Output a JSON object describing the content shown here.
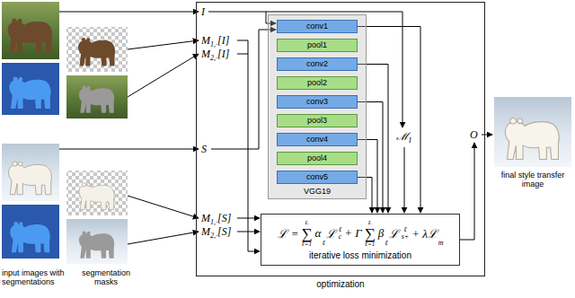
{
  "diagram": {
    "nodes": [
      {
        "text": [
          "optimization"
        ]
      },
      {
        "text": [
          "VGG19"
        ],
        "in": 0
      },
      {
        "text": [
          "conv1"
        ],
        "in": 1
      },
      {
        "text": [
          "pool1"
        ],
        "in": 1
      },
      {
        "text": [
          "conv2"
        ],
        "in": 1
      },
      {
        "text": [
          "pool2"
        ],
        "in": 1
      },
      {
        "text": [
          "conv3"
        ],
        "in": 1
      },
      {
        "text": [
          "pool3"
        ],
        "in": 1
      },
      {
        "text": [
          "conv4"
        ],
        "in": 1
      },
      {
        "text": [
          "pool4"
        ],
        "in": 1
      },
      {
        "text": [
          "conv5"
        ],
        "in": 1
      },
      {
        "text": [
          "ℒ =",
          "L",
          "∑",
          "ℓ=1",
          "α",
          "ℓ",
          "ℒ",
          "ℓ",
          "c",
          "+ Γ",
          "L",
          "∑",
          "ℓ=1",
          "β",
          "ℓ",
          "ℒ",
          "ℓ",
          "s+",
          "+ λℒ",
          "m",
          "iterative loss minimization"
        ],
        "in": 0
      }
    ],
    "edges": [
      {
        "from": 2,
        "to": 11,
        "arrow": "to"
      },
      {
        "from": 4,
        "to": 11,
        "arrow": "to"
      },
      {
        "from": 6,
        "to": 11,
        "arrow": "to"
      },
      {
        "from": 8,
        "to": 11,
        "arrow": "to"
      },
      {
        "from": 10,
        "to": 11,
        "arrow": "to"
      }
    ],
    "labels": [
      "I",
      "M",
      "1,·",
      "[I]",
      "M",
      "2,·",
      "[I]",
      "S",
      "M",
      "1,·",
      "[S]",
      "M",
      "2,·",
      "[S]",
      "ℳ",
      "I",
      "O",
      "input images with segmentations",
      "segmentation masks",
      "final style transfer image"
    ]
  }
}
